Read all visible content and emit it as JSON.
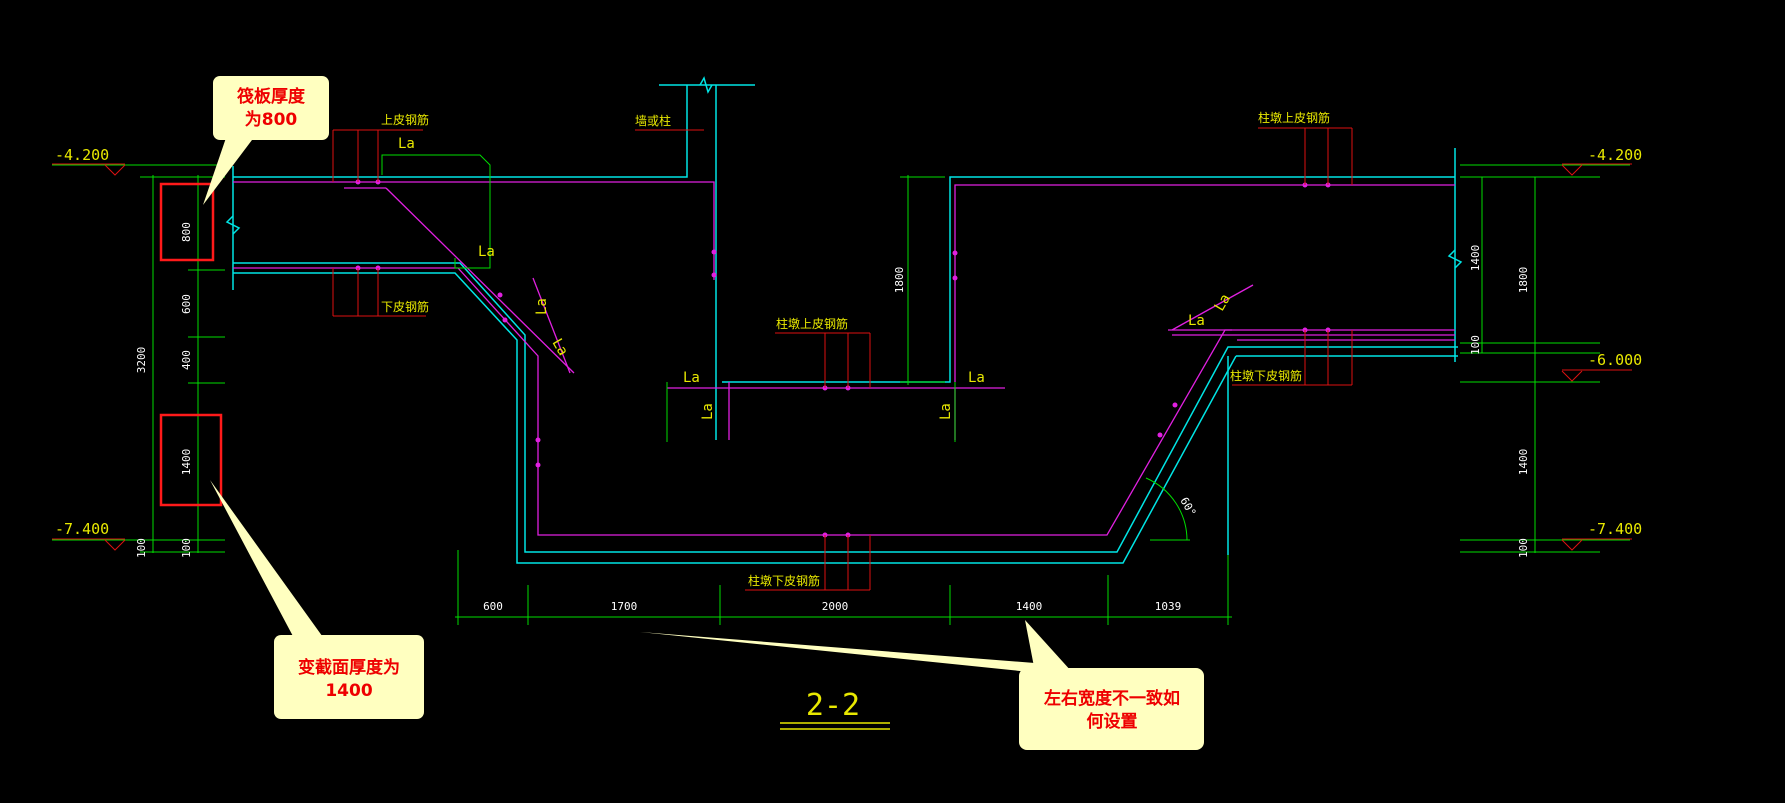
{
  "colors": {
    "background": "#000000",
    "cyan": "#00e5e5",
    "magenta": "#e020e0",
    "green": "#00dd00",
    "red": "#dd1111",
    "yellow": "#e8e800",
    "white": "#ffffff",
    "callout_fill": "#ffffc0",
    "callout_text": "#ee0000",
    "highlight_box": "#ff1a1a"
  },
  "section_title": "2-2",
  "elevations": {
    "left_top": "-4.200",
    "left_bottom": "-7.400",
    "right_top": "-4.200",
    "right_mid": "-6.000",
    "right_bottom": "-7.400"
  },
  "dimensions": {
    "left_vertical": [
      "800",
      "600",
      "400",
      "1400",
      "100",
      "100"
    ],
    "left_total": "3200",
    "right_vertical": [
      "1400",
      "100",
      "1800",
      "1400",
      "100"
    ],
    "pit_depth": "1800",
    "bottom": [
      "600",
      "1700",
      "2000",
      "1400",
      "1039"
    ],
    "angle": "60°"
  },
  "rebar_labels": {
    "top_rebar": "上皮钢筋",
    "bottom_rebar": "下皮钢筋",
    "wall_column": "墙或柱",
    "pit_top_rebar": "柱墩上皮钢筋",
    "pit_bottom_rebar": "柱墩下皮钢筋",
    "right_top_rebar": "柱墩上皮钢筋",
    "right_bottom_rebar": "柱墩下皮钢筋",
    "anchor": "La"
  },
  "callouts": {
    "raft": {
      "line1": "筏板厚度",
      "line2": "为800"
    },
    "section": {
      "line1": "变截面厚度为",
      "line2": "1400"
    },
    "width": {
      "line1": "左右宽度不一致如",
      "line2": "何设置"
    }
  }
}
